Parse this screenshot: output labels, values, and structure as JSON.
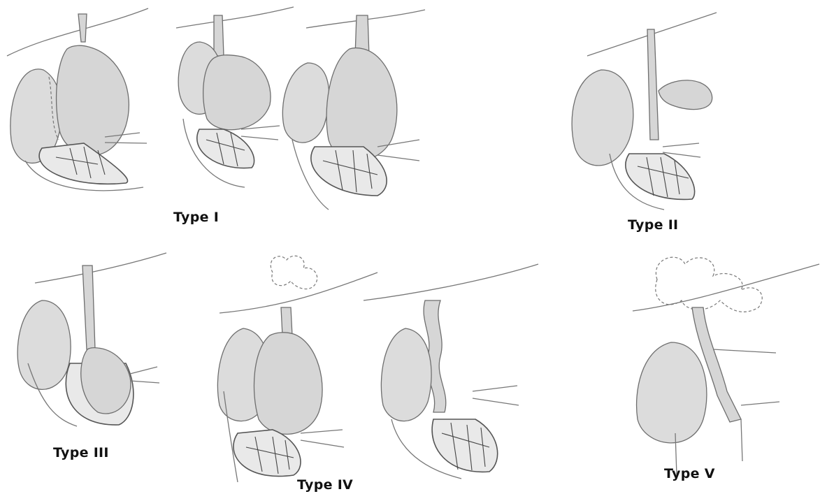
{
  "figure": {
    "labels": {
      "type1": "Type I",
      "type2": "Type II",
      "type3": "Type III",
      "type4": "Type IV",
      "type5": "Type V"
    },
    "colors": {
      "stroke": "#6e6e6e",
      "fill": "#d6d6d6",
      "text": "#111111"
    }
  }
}
